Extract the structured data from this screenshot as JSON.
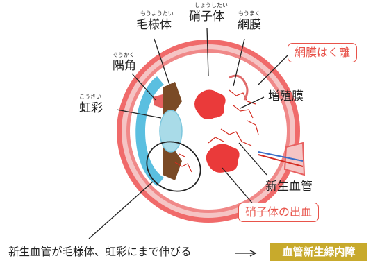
{
  "labels": {
    "ciliary_body": "毛様体",
    "ciliary_body_ruby": "もうようたい",
    "vitreous": "硝子体",
    "vitreous_ruby": "しょうしたい",
    "retina": "網膜",
    "retina_ruby": "もうまく",
    "angle": "隅角",
    "angle_ruby": "ぐうかく",
    "iris": "虹彩",
    "iris_ruby": "こうさい",
    "proliferative_membrane": "増殖膜",
    "neovascularization": "新生血管"
  },
  "callouts": {
    "retinal_detachment": "網膜はく離",
    "vitreous_hemorrhage": "硝子体の出血"
  },
  "caption": {
    "text": "新生血管が毛様体、虹彩にまで伸びる",
    "arrow": "→",
    "result": "血管新生緑内障"
  },
  "colors": {
    "sclera": "#f06a6a",
    "choroid": "#f5c4c4",
    "cornea": "#5bbfe0",
    "lens": "#a9dbe8",
    "iris_tissue": "#7a4a26",
    "lens_light": "#f7c97a",
    "vessel": "#d42b20",
    "callout": "#e8534a",
    "glaucoma_box": "#c8aa2c"
  }
}
